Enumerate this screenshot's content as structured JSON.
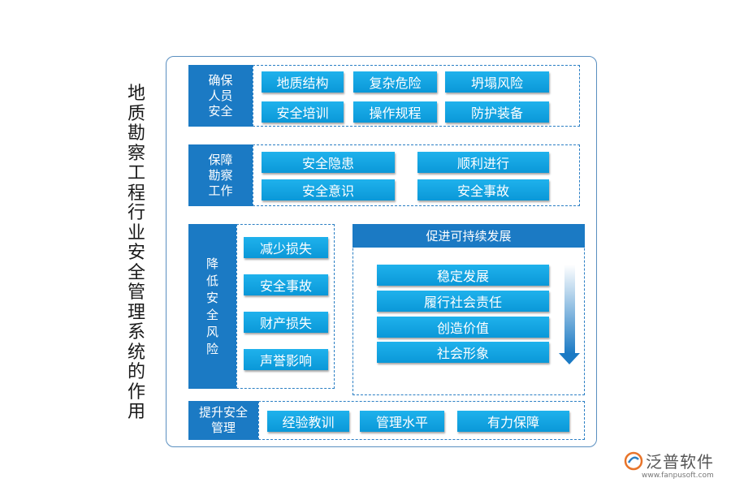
{
  "title_chars": [
    "地",
    "质",
    "勘",
    "察",
    "工",
    "程",
    "行",
    "业",
    "安",
    "全",
    "管",
    "理",
    "系",
    "统",
    "的",
    "作",
    "用"
  ],
  "sections": {
    "s1": {
      "label": [
        "确保",
        "人员",
        "安全"
      ],
      "items": [
        "地质结构",
        "复杂危险",
        "坍塌风险",
        "安全培训",
        "操作规程",
        "防护装备"
      ]
    },
    "s2": {
      "label": [
        "保障",
        "勘察",
        "工作"
      ],
      "items": [
        "安全隐患",
        "顺利进行",
        "安全意识",
        "安全事故"
      ]
    },
    "s3": {
      "label": [
        "降",
        "低",
        "安",
        "全",
        "风",
        "险"
      ],
      "items": [
        "减少损失",
        "安全事故",
        "财产损失",
        "声誉影响"
      ]
    },
    "s4": {
      "header": "促进可持续发展",
      "items": [
        "稳定发展",
        "履行社会责任",
        "创造价值",
        "社会形象"
      ]
    },
    "s5": {
      "label": [
        "提升安全",
        "管理"
      ],
      "items": [
        "经验教训",
        "管理水平",
        "有力保障"
      ]
    }
  },
  "logo": {
    "name": "泛普软件",
    "url": "www.fanpusoft.com"
  },
  "colors": {
    "label_bg": "#1b7ac4",
    "chip": "#0fa6e3",
    "border": "#2b7fc4"
  }
}
